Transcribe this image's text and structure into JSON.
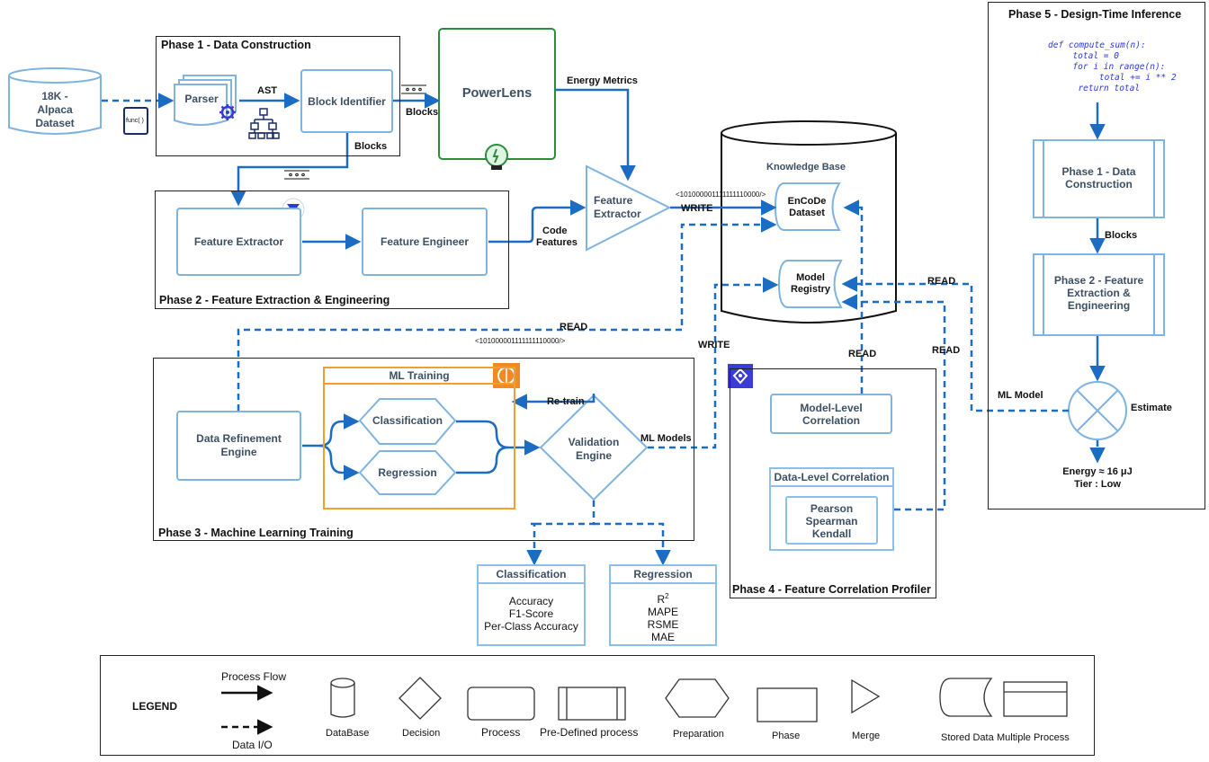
{
  "phase1": {
    "title": "Phase 1 - Data Construction",
    "dataset": "18K - Alpaca Dataset",
    "func_icon_text": "func( )",
    "parser": "Parser",
    "ast_label": "AST",
    "block_identifier": "Block Identifier",
    "blocks_right": "Blocks",
    "blocks_down": "Blocks"
  },
  "powerlens": {
    "label": "PowerLens",
    "energy_metrics": "Energy Metrics"
  },
  "phase2": {
    "title": "Phase 2 - Feature Extraction & Engineering",
    "feature_extractor": "Feature Extractor",
    "feature_engineer": "Feature Engineer",
    "code_features_1": "Code",
    "code_features_2": "Features"
  },
  "merge": {
    "label_1": "Feature",
    "label_2": "Extractor",
    "bits_top": "<101000001111111110000/>",
    "write": "WRITE"
  },
  "knowledge_base": {
    "title": "Knowledge Base",
    "encode_1": "EnCoDe",
    "encode_2": "Dataset",
    "registry_1": "Model",
    "registry_2": "Registry"
  },
  "links": {
    "read_left": "READ",
    "bits_bottom": "<101000001111111110000/>",
    "write_models": "WRITE",
    "read_phase4": "READ",
    "read_phase4_2": "READ",
    "read_phase5": "READ",
    "ml_model": "ML Model"
  },
  "phase3": {
    "title": "Phase 3 - Machine Learning Training",
    "data_refinement_1": "Data Refinement",
    "data_refinement_2": "Engine",
    "ml_training": "ML Training",
    "classification": "Classification",
    "regression": "Regression",
    "retrain": "Re-train",
    "validation_1": "Validation",
    "validation_2": "Engine",
    "ml_models": "ML Models"
  },
  "metrics": {
    "classification": {
      "title": "Classification",
      "items": [
        "Accuracy",
        "F1-Score",
        "Per-Class Accuracy"
      ]
    },
    "regression": {
      "title": "Regression",
      "r2_base": "R",
      "r2_sup": "2",
      "items": [
        "MAPE",
        "RSME",
        "MAE"
      ]
    }
  },
  "phase4": {
    "title": "Phase 4 - Feature Correlation Profiler",
    "model_level_1": "Model-Level",
    "model_level_2": "Correlation",
    "data_level": "Data-Level Correlation",
    "methods": [
      "Pearson",
      "Spearman",
      "Kendall"
    ]
  },
  "phase5": {
    "title": "Phase 5 - Design-Time Inference",
    "code": [
      "def compute_sum(n):",
      "  total = 0",
      "  for i in range(n):",
      "    total += i ** 2",
      "  return total"
    ],
    "p1_1": "Phase 1 - Data",
    "p1_2": "Construction",
    "blocks": "Blocks",
    "p2_1": "Phase 2 - Feature",
    "p2_2": "Extraction &",
    "p2_3": "Engineering",
    "estimate": "Estimate",
    "energy": "Energy ≈ 16 μJ",
    "tier": "Tier : Low"
  },
  "legend": {
    "title": "LEGEND",
    "process_flow": "Process Flow",
    "data_io": "Data I/O",
    "database": "DataBase",
    "decision": "Decision",
    "process": "Process",
    "predefined": "Pre-Defined process",
    "preparation": "Preparation",
    "phase": "Phase",
    "merge": "Merge",
    "stored": "Stored Data",
    "multiple": "Multiple Process"
  },
  "colors": {
    "flow": "#1d6cc4",
    "box_border": "#7fb3e0",
    "powerlens_border": "#2e8b3e",
    "ml_training_border": "#f0a030",
    "code_text": "#2a3bd0"
  }
}
